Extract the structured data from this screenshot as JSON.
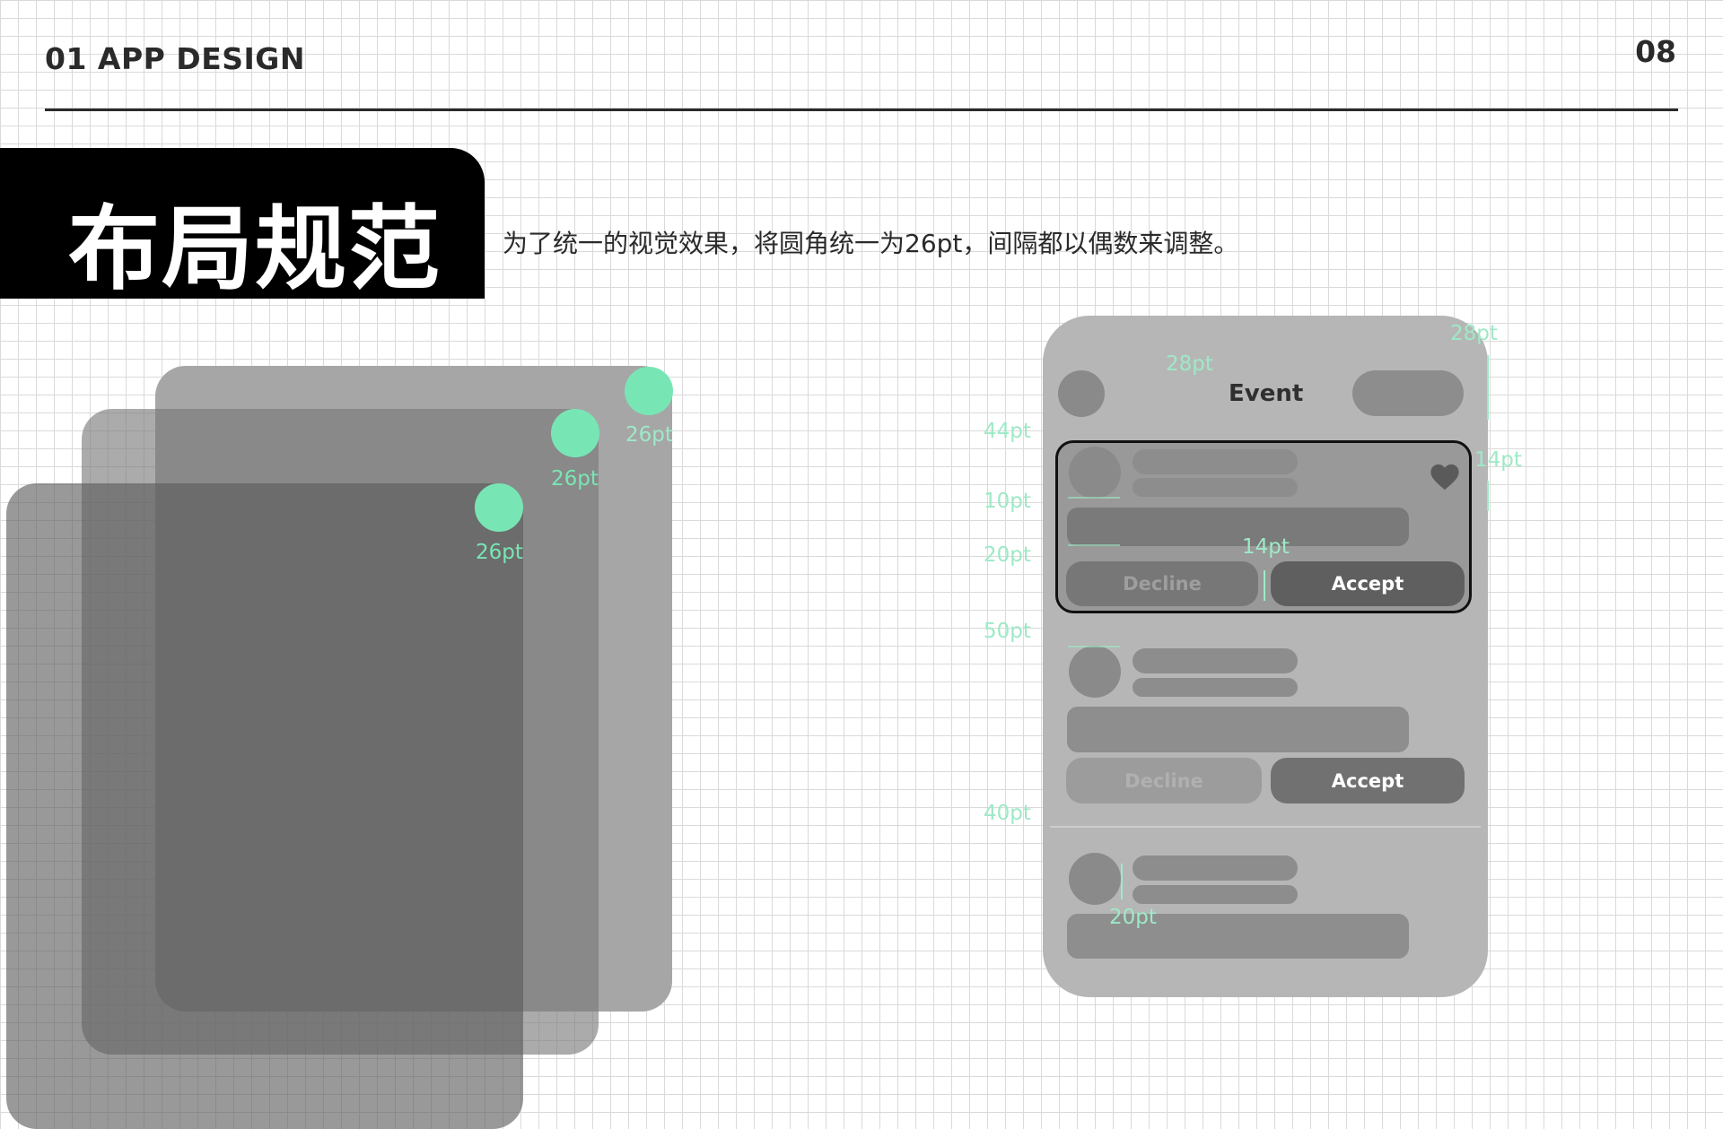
{
  "header": {
    "section": "01  APP DESIGN",
    "page_number": "08"
  },
  "title": "布局规范",
  "description": "为了统一的视觉效果，将圆角统一为26pt，间隔都以偶数来调整。",
  "corner_labels": [
    "26pt",
    "26pt",
    "26pt"
  ],
  "phone": {
    "title": "Event",
    "cards": [
      {
        "decline": "Decline",
        "accept": "Accept"
      },
      {
        "decline": "Decline",
        "accept": "Accept"
      }
    ]
  },
  "measurements": {
    "top_28": "28pt",
    "left_28": "28pt",
    "right_14": "14pt",
    "gap_14": "14pt",
    "bottom_20": "20pt",
    "left_column": [
      "44pt",
      "10pt",
      "20pt",
      "50pt",
      "40pt"
    ]
  },
  "colors": {
    "accent": "#78e6b4",
    "dark": "#000000",
    "grid": "#dadada"
  }
}
